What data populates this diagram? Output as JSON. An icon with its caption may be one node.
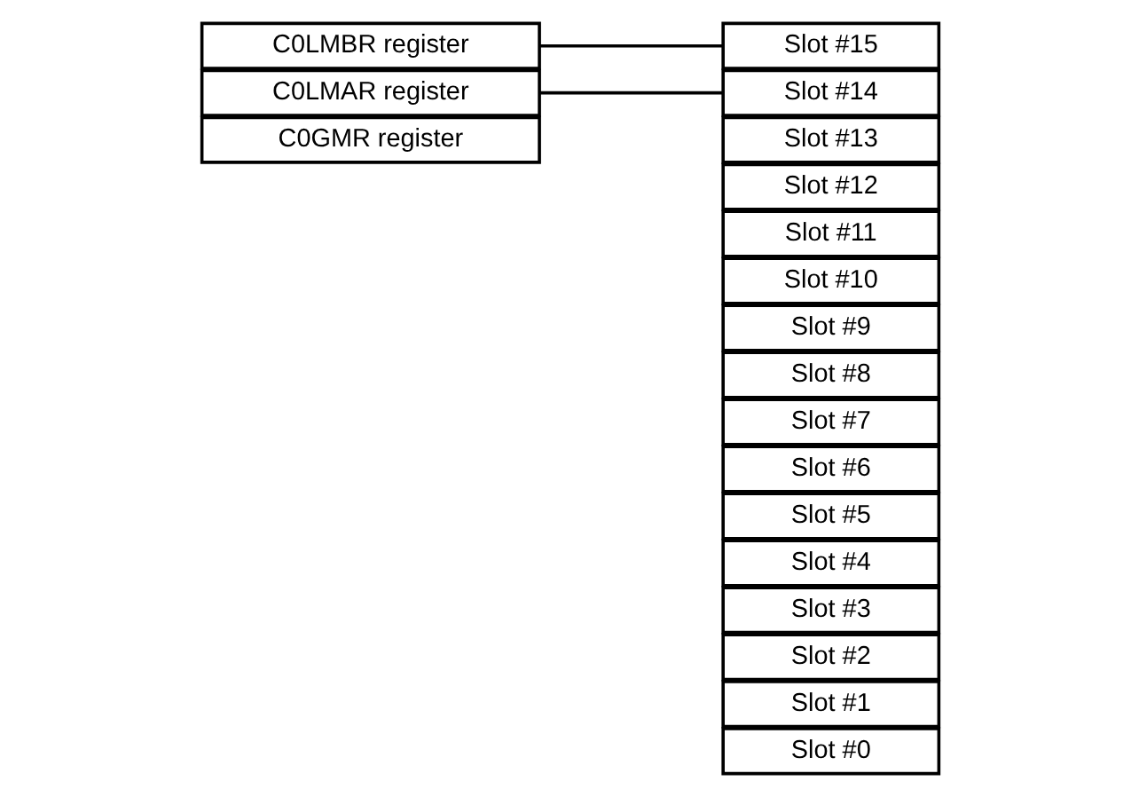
{
  "diagram": {
    "nodes": [
      {
        "text": [
          "C0GMR register"
        ]
      },
      {
        "text": [
          "Slot #0"
        ]
      },
      {
        "text": [
          "Slot #1"
        ]
      },
      {
        "text": [
          "Slot #2"
        ]
      },
      {
        "text": [
          "Slot #3"
        ]
      },
      {
        "text": [
          "Slot #4"
        ]
      },
      {
        "text": [
          "Slot #5"
        ]
      },
      {
        "text": [
          "Slot #6"
        ]
      },
      {
        "text": [
          "Slot #7"
        ]
      },
      {
        "text": [
          "Slot #8"
        ]
      },
      {
        "text": [
          "Slot #9"
        ]
      },
      {
        "text": [
          "Slot #10"
        ]
      },
      {
        "text": [
          "Slot #11"
        ]
      },
      {
        "text": [
          "Slot #12"
        ]
      },
      {
        "text": [
          "Slot #13"
        ]
      },
      {
        "text": [
          "C0LMAR register"
        ]
      },
      {
        "text": [
          "Slot #14"
        ]
      },
      {
        "text": [
          "C0LMBR register"
        ]
      },
      {
        "text": [
          "Slot #15"
        ]
      }
    ],
    "edges": [
      {
        "from": 15,
        "to": 16,
        "arrow": "none"
      },
      {
        "from": 17,
        "to": 18,
        "arrow": "none"
      }
    ]
  }
}
